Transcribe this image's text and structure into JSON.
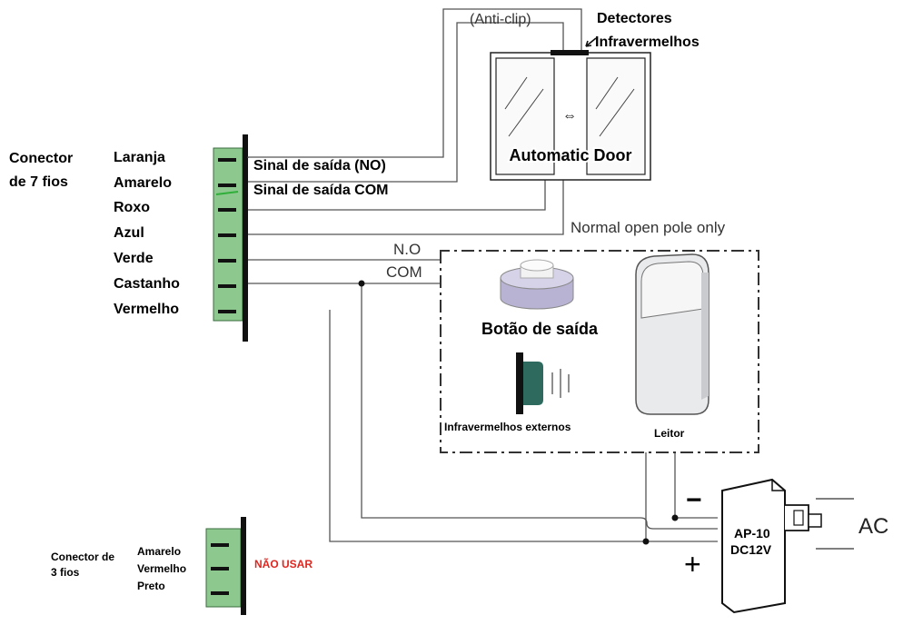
{
  "connector7": {
    "title_line1": "Conector",
    "title_line2": "de 7 fios",
    "wires": [
      "Laranja",
      "Amarelo",
      "Roxo",
      "Azul",
      "Verde",
      "Castanho",
      "Vermelho"
    ]
  },
  "signals": {
    "no": "Sinal de saída (NO)",
    "com": "Sinal de saída COM"
  },
  "door": {
    "label": "Automatic Door",
    "anti_clip": "(Anti-clip)",
    "arrow_symbol": "⇔",
    "detectors_line1": "Detectores",
    "detectors_line2": "Infravermelhos"
  },
  "normal_open": "Normal open pole only",
  "relay_labels": {
    "no": "N.O",
    "com": "COM"
  },
  "devices": {
    "exit_button": "Botão de saída",
    "infrared": "Infravermelhos externos",
    "reader": "Leitor"
  },
  "power": {
    "minus": "−",
    "plus": "+",
    "model_line1": "AP-10",
    "model_line2": "DC12V",
    "ac": "AC"
  },
  "connector3": {
    "title_line1": "Conector de",
    "title_line2": "3 fios",
    "wires": [
      "Amarelo",
      "Vermelho",
      "Preto"
    ],
    "warning": "NÃO USAR"
  },
  "colors": {
    "connector_green": "#8dc98f",
    "warning_red": "#e0261f",
    "ir_teal": "#2e6b5e",
    "button_lilac": "#c8c4dc"
  }
}
